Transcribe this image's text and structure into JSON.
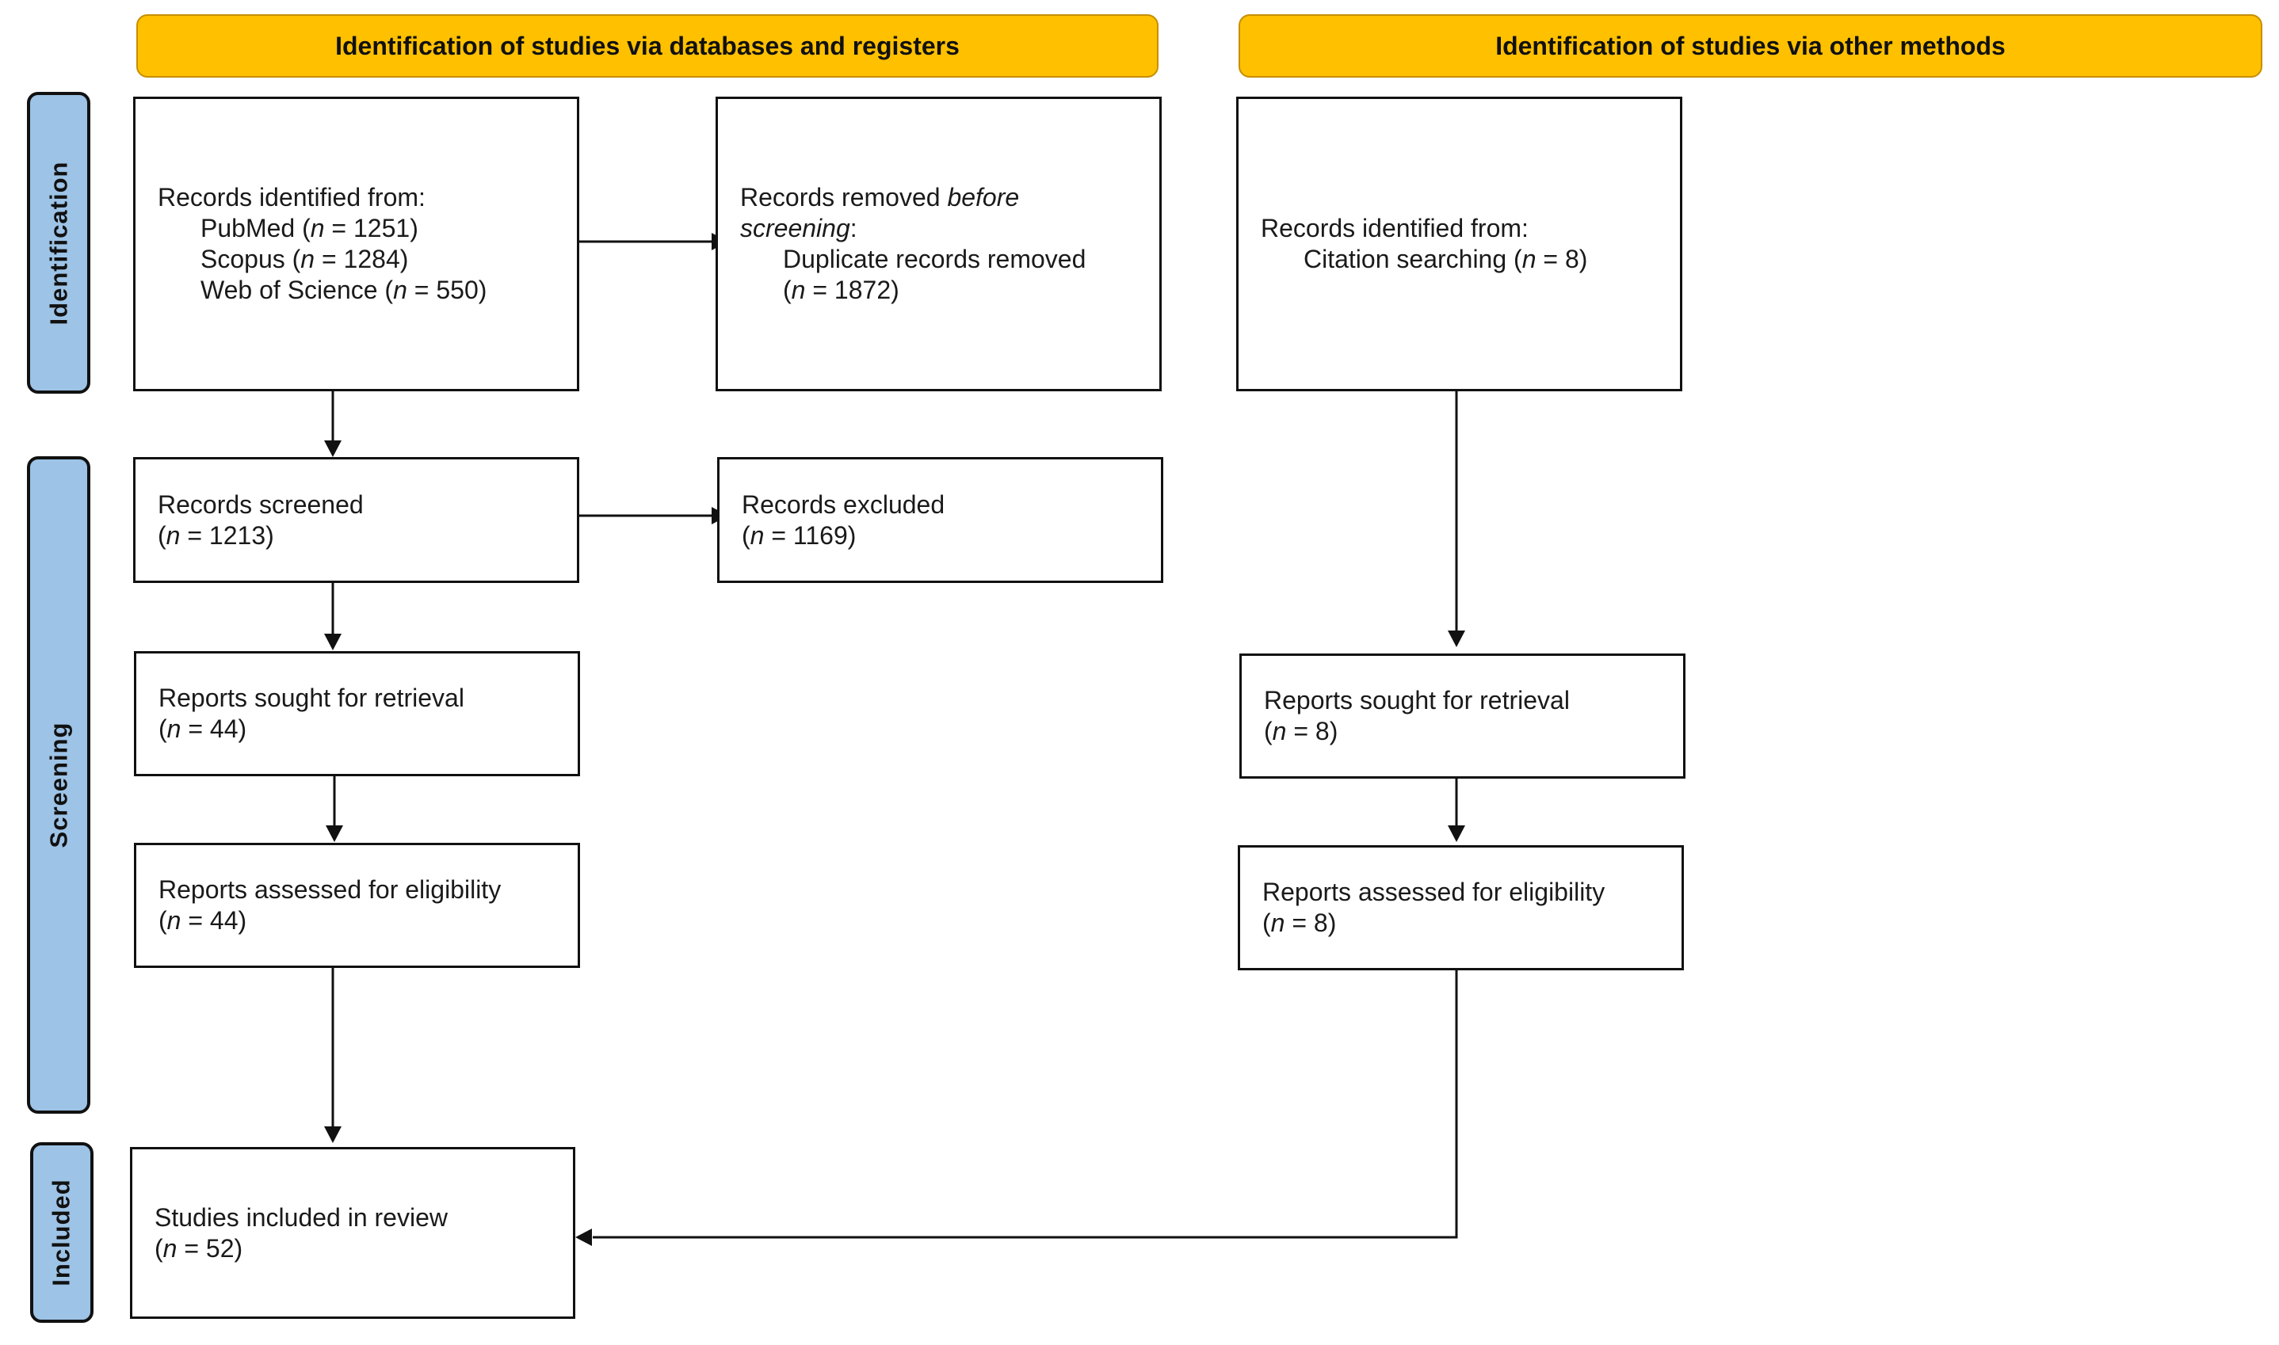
{
  "colors": {
    "header_fill": "#ffc000",
    "phase_fill": "#9dc3e6",
    "line": "#111111"
  },
  "headers": {
    "databases": "Identification of studies via databases and registers",
    "other": "Identification of studies via other methods"
  },
  "phases": {
    "identification": "Identification",
    "screening": "Screening",
    "included": "Included"
  },
  "n_label": "n",
  "db": {
    "identified": {
      "title": "Records identified from:",
      "sources": [
        {
          "name": "PubMed",
          "n": "1251"
        },
        {
          "name": "Scopus",
          "n": "1284"
        },
        {
          "name": "Web of Science",
          "n": "550"
        }
      ]
    },
    "removed": {
      "title_pre": "Records removed ",
      "title_em": "before",
      "title_em2": "screening",
      "title_post": ":",
      "line": "Duplicate records removed",
      "n": "1872"
    },
    "screened": {
      "title": "Records screened",
      "n": "1213"
    },
    "excluded": {
      "title": "Records excluded",
      "n": "1169"
    },
    "sought": {
      "title": "Reports sought for retrieval",
      "n": "44"
    },
    "assessed": {
      "title": "Reports assessed for eligibility",
      "n": "44"
    }
  },
  "other": {
    "identified": {
      "title": "Records identified from:",
      "source": "Citation searching",
      "n": "8"
    },
    "sought": {
      "title": "Reports sought for retrieval",
      "n": "8"
    },
    "assessed": {
      "title": "Reports assessed for eligibility",
      "n": "8"
    }
  },
  "included": {
    "title": "Studies included in review",
    "n": "52"
  }
}
